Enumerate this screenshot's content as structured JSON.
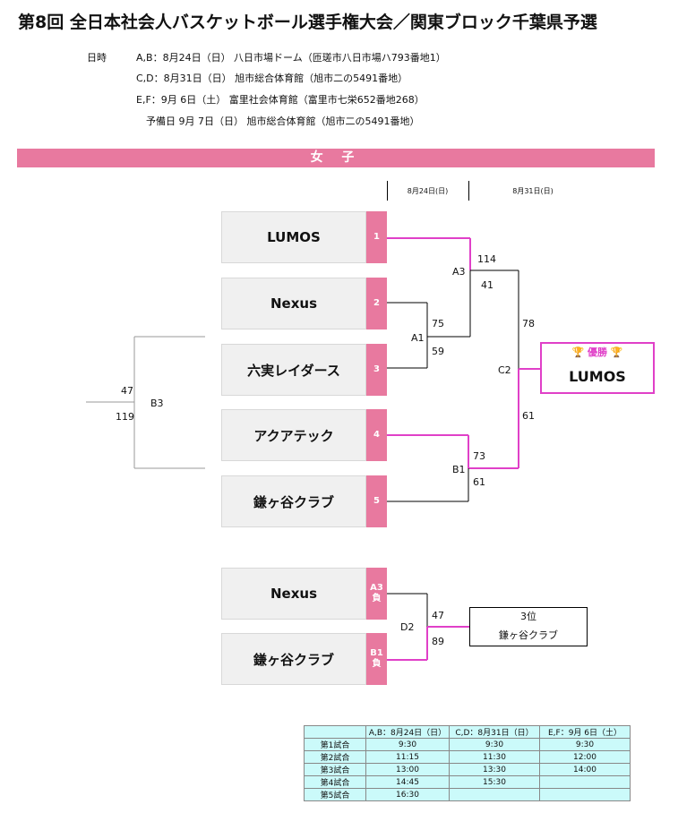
{
  "title": "第8回 全日本社会人バスケットボール選手権大会／関東ブロック千葉県予選",
  "schedule": {
    "label": "日時",
    "lines": [
      "A,B：8月24日（日） 八日市場ドーム（匝瑳市八日市場ハ793番地1）",
      "C,D：8月31日（日） 旭市総合体育館（旭市二の5491番地）",
      "E,F：9月 6日（土） 富里社会体育館（富里市七栄652番地268）",
      "予備日 9月 7日（日） 旭市総合体育館（旭市二の5491番地）"
    ]
  },
  "division": "女 子",
  "columns": [
    "8月24日(日)",
    "8月31日(日)"
  ],
  "teams": [
    {
      "name": "LUMOS",
      "seed": "1"
    },
    {
      "name": "Nexus",
      "seed": "2"
    },
    {
      "name": "六実レイダース",
      "seed": "3"
    },
    {
      "name": "アクアテック",
      "seed": "4"
    },
    {
      "name": "鎌ヶ谷クラブ",
      "seed": "5"
    }
  ],
  "matches": {
    "A1": {
      "label": "A1",
      "score_top": "75",
      "score_bottom": "59"
    },
    "A3": {
      "label": "A3",
      "score_top": "114",
      "score_bottom": "41"
    },
    "B1": {
      "label": "B1",
      "score_top": "73",
      "score_bottom": "61"
    },
    "B3": {
      "label": "B3",
      "score_top": "47",
      "score_bottom": "119"
    },
    "C2": {
      "label": "C2",
      "score_top": "78",
      "score_bottom": "61"
    },
    "D2": {
      "label": "D2",
      "score_top": "47",
      "score_bottom": "89"
    }
  },
  "winner": {
    "title": "🏆 優勝 🏆",
    "name": "LUMOS"
  },
  "third_place": {
    "teams": [
      {
        "name": "Nexus",
        "seed": "A3\n負"
      },
      {
        "name": "鎌ヶ谷クラブ",
        "seed": "B1\n負"
      }
    ],
    "title": "3位",
    "name": "鎌ヶ谷クラブ"
  },
  "time_table": {
    "headers": [
      "",
      "A,B：8月24日（日）",
      "C,D：8月31日（日）",
      "E,F：9月 6日（土）"
    ],
    "rows": [
      [
        "第1試合",
        "9:30",
        "9:30",
        "9:30"
      ],
      [
        "第2試合",
        "11:15",
        "11:30",
        "12:00"
      ],
      [
        "第3試合",
        "13:00",
        "13:30",
        "14:00"
      ],
      [
        "第4試合",
        "14:45",
        "15:30",
        ""
      ],
      [
        "第5試合",
        "16:30",
        "",
        ""
      ]
    ]
  },
  "colors": {
    "accent": "#e8799f",
    "winner_line": "#e040c8",
    "line": "#000000",
    "table_bg": "#cbfafa"
  }
}
